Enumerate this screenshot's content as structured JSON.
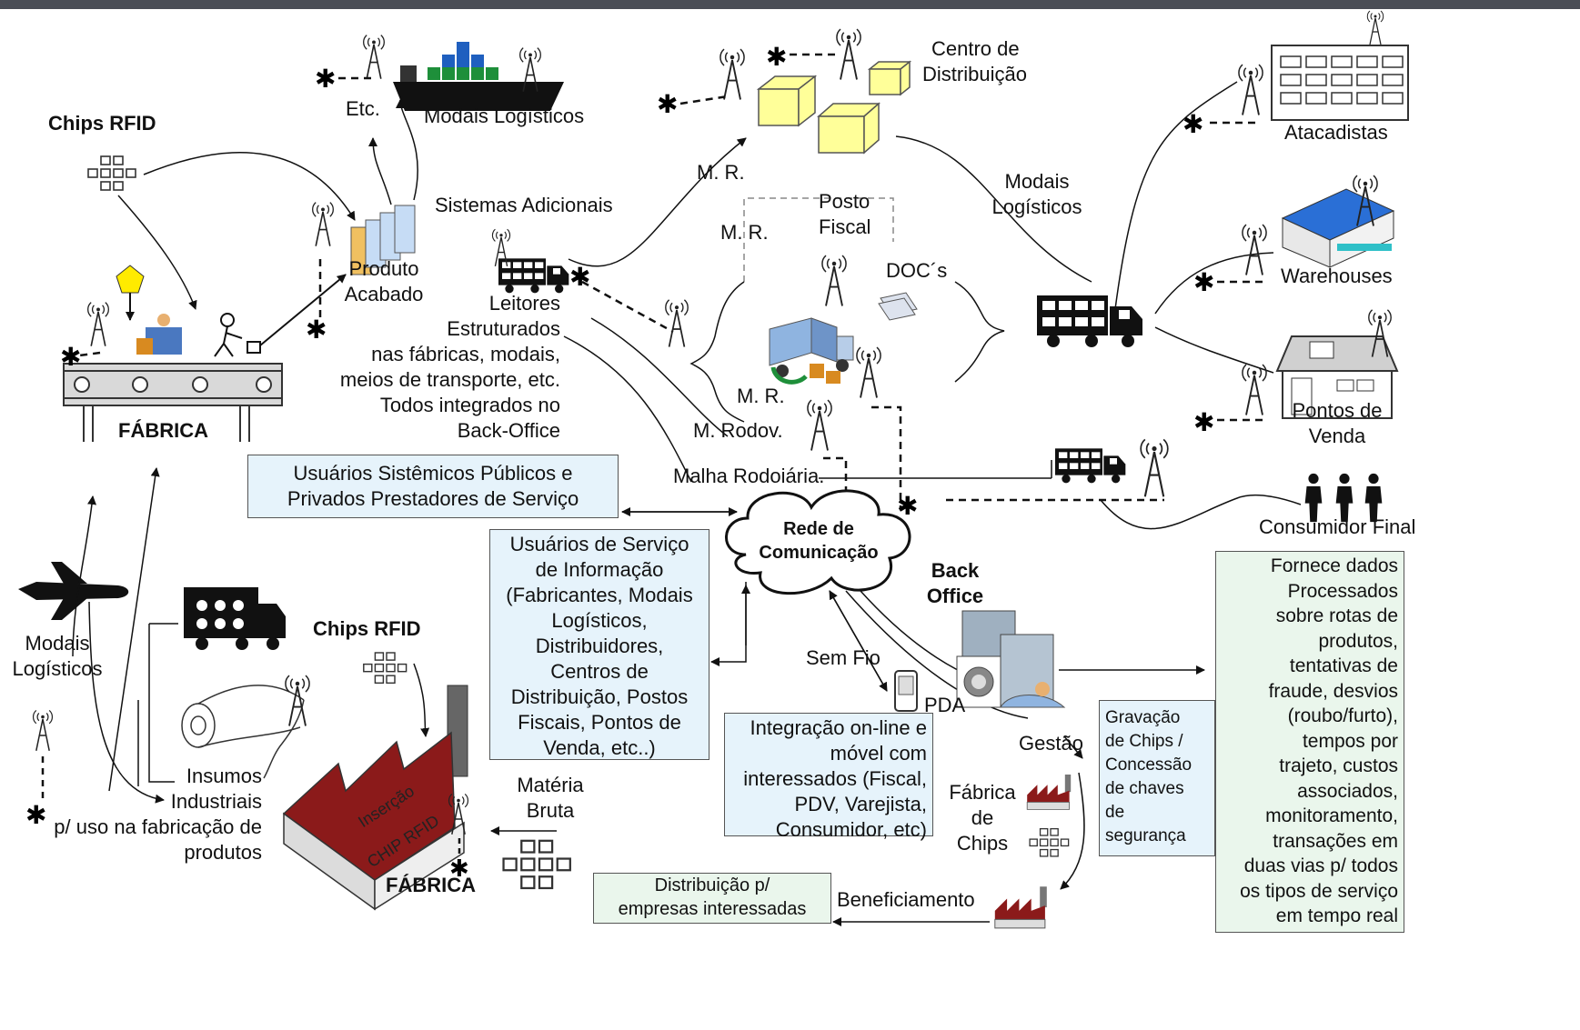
{
  "labels": {
    "chips_rfid_top": "Chips RFID",
    "etc": "Etc.",
    "modais_logisticos_ship": "Modais Logísticos",
    "sistemas_adicionais": "Sistemas Adicionais",
    "produto_acabado_1": "Produto",
    "produto_acabado_2": "Acabado",
    "fabrica_top": "FÁBRICA",
    "leitores": [
      "Leitores",
      "Estruturados",
      "nas fábricas, modais,",
      "meios de transporte, etc.",
      "Todos integrados no",
      "Back-Office"
    ],
    "centro_distribuicao_1": "Centro de",
    "centro_distribuicao_2": "Distribuição",
    "mr_1": "M. R.",
    "mr_2": "M. R.",
    "mr_3": "M. R.",
    "posto_fiscal_1": "Posto",
    "posto_fiscal_2": "Fiscal",
    "docs": "DOC´s",
    "m_rodov": "M. Rodov.",
    "malha_rodoviaria": "Malha Rodoiária.",
    "modais_logisticos_right_1": "Modais",
    "modais_logisticos_right_2": "Logísticos",
    "atacadistas": "Atacadistas",
    "warehouses": "Warehouses",
    "pontos_venda_1": "Pontos de",
    "pontos_venda_2": "Venda",
    "consumidor_final": "Consumidor Final",
    "rede_1": "Rede de",
    "rede_2": "Comunicação",
    "back_office_1": "Back",
    "back_office_2": "Office",
    "sem_fio": "Sem Fio",
    "pda": "PDA",
    "gestao": "Gestão",
    "fabrica_chips": [
      "Fábrica",
      "de",
      "Chips"
    ],
    "beneficiamento": "Beneficiamento",
    "materia_bruta_1": "Matéria",
    "materia_bruta_2": "Bruta",
    "fabrica_bottom": "FÁBRICA",
    "insercao_1": "Inserção",
    "insercao_2": "CHIP RFID",
    "chips_rfid_bottom": "Chips RFID",
    "modais_logisticos_left_1": "Modais",
    "modais_logisticos_left_2": "Logísticos",
    "insumos": [
      "Insumos",
      "Industriais",
      "p/ uso na fabricação de",
      "produtos"
    ]
  },
  "boxes": {
    "usuarios_sistemicos": [
      "Usuários Sistêmicos Públicos e",
      "Privados Prestadores de Serviço"
    ],
    "usuarios_servico": [
      "Usuários de Serviço",
      "de Informação",
      "(Fabricantes, Modais",
      "Logísticos,",
      "Distribuidores,",
      "Centros de",
      "Distribuição, Postos",
      "Fiscais, Pontos de",
      "Venda, etc..)"
    ],
    "integracao": [
      "Integração on-line e",
      "móvel com",
      "interessados (Fiscal,",
      "PDV, Varejista,",
      "Consumidor, etc)"
    ],
    "gravacao": [
      "Gravação",
      "de Chips /",
      "Concessão",
      "de chaves",
      "de",
      "segurança"
    ],
    "distribuicao": [
      "Distribuição p/",
      "empresas interessadas"
    ],
    "fornece": [
      "Fornece dados",
      "Processados",
      "sobre rotas de",
      "produtos,",
      "tentativas de",
      "fraude, desvios",
      "(roubo/furto),",
      "tempos por",
      "trajeto, custos",
      "associados,",
      "monitoramento,",
      "transações em",
      "duas vias p/ todos",
      "os tipos de serviço",
      "em tempo real"
    ]
  },
  "colors": {
    "top_bar": "#4a4d55",
    "blue_box": "#e6f3fb",
    "green_box": "#eaf6ec",
    "factory_roof": "#8b1a1a",
    "cd_boxes": "#ffff99",
    "warehouse_blue": "#2a6fd6",
    "ship_containers": "#1e8f3a"
  },
  "icons": [
    "antenna-icon",
    "truck-icon",
    "ship-icon",
    "airplane-icon",
    "factory-icon",
    "building-icon",
    "house-icon",
    "person-icon",
    "server-icon",
    "pda-icon",
    "cloud-icon",
    "chip-icon",
    "box-icon",
    "document-icon",
    "pentagon-icon",
    "conveyor-icon"
  ]
}
